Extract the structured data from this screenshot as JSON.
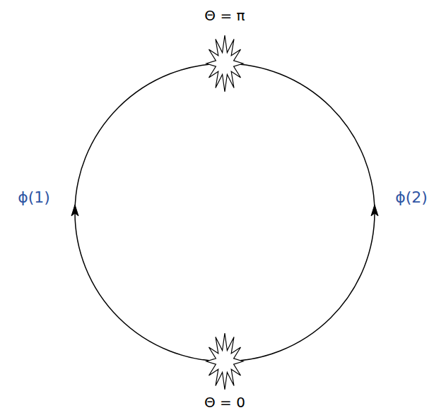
{
  "diagram": {
    "labels": [
      "Θ = π",
      "ϕ(1)",
      "ϕ(2)",
      "Θ = 0"
    ]
  }
}
